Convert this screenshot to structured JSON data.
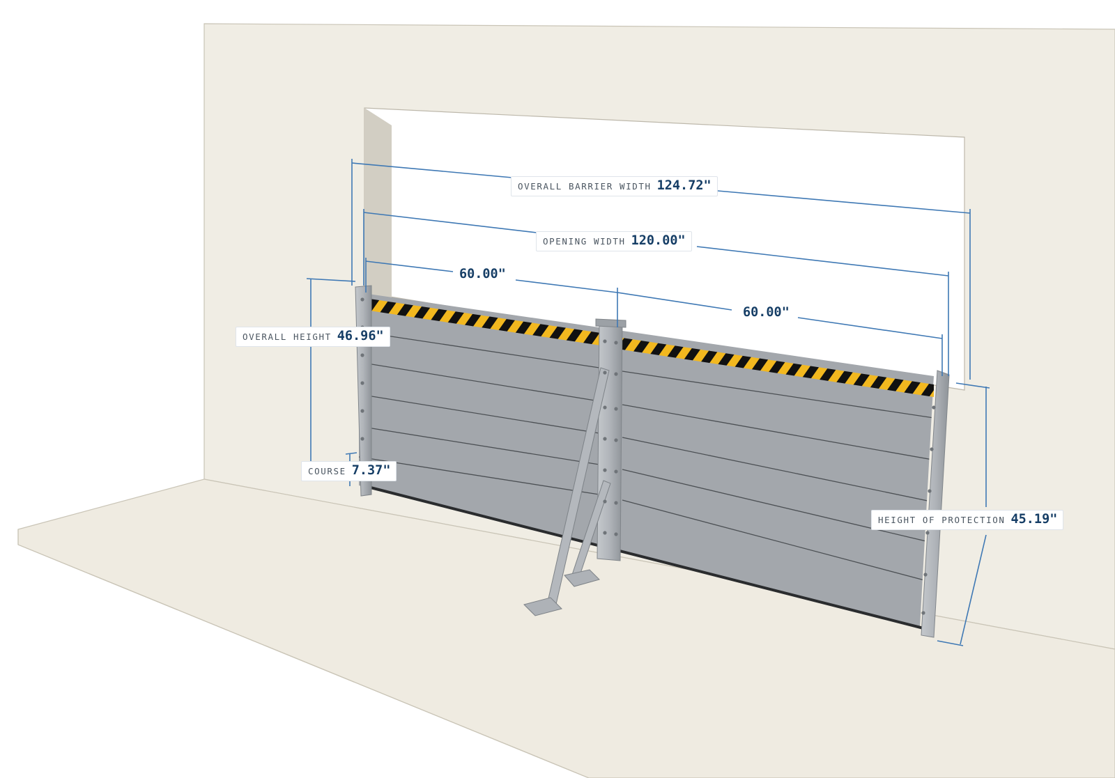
{
  "colors": {
    "wall": "#f0ede4",
    "floor": "#efebe1",
    "panel": "#a3a7ac",
    "post": "#b3b7bc",
    "hazard_yellow": "#f2b81f",
    "hazard_black": "#111111",
    "dimension_line": "#3e78b4",
    "value_text": "#163e66"
  },
  "dimensions": {
    "overall_barrier_width": {
      "label": "OVERALL BARRIER WIDTH",
      "value": "124.72\""
    },
    "opening_width": {
      "label": "OPENING WIDTH",
      "value": "120.00\""
    },
    "left_bay_width": {
      "value": "60.00\""
    },
    "right_bay_width": {
      "value": "60.00\""
    },
    "overall_height": {
      "label": "OVERALL HEIGHT",
      "value": "46.96\""
    },
    "course": {
      "label": "COURSE",
      "value": "7.37\""
    },
    "height_of_protection": {
      "label": "HEIGHT OF PROTECTION",
      "value": "45.19\""
    }
  }
}
